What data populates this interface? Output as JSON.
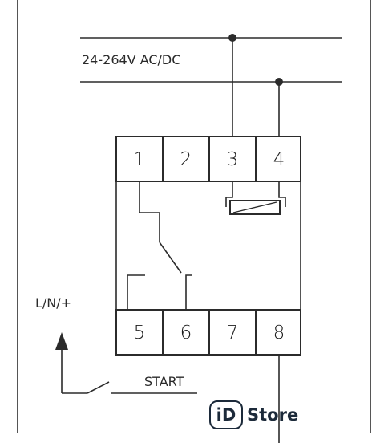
{
  "supply_label": "24-264V AC/DC",
  "input_label": "L/N/+",
  "start_label": "START",
  "terminals_top": [
    "1",
    "2",
    "3",
    "4"
  ],
  "terminals_bottom": [
    "5",
    "6",
    "7",
    "8"
  ],
  "logo": {
    "mark": "iD",
    "text": "Store"
  },
  "colors": {
    "line": "#2b2b2b",
    "logo": "#1c2a3a"
  }
}
